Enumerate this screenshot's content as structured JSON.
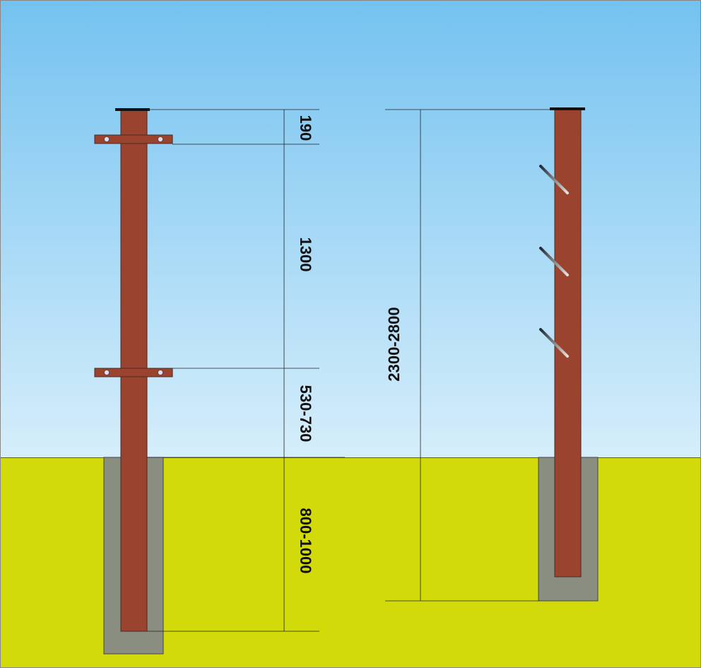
{
  "colors": {
    "sky_top": "#74c2f0",
    "sky_bottom": "#d6eefb",
    "ground": "#d2da0a",
    "pole": "#9a4430",
    "concrete": "#8a8e80"
  },
  "left_post": {
    "dimensions": [
      "190",
      "1300",
      "530-730",
      "800-1000"
    ]
  },
  "right_post": {
    "dimensions": [
      "2300-2800"
    ]
  }
}
